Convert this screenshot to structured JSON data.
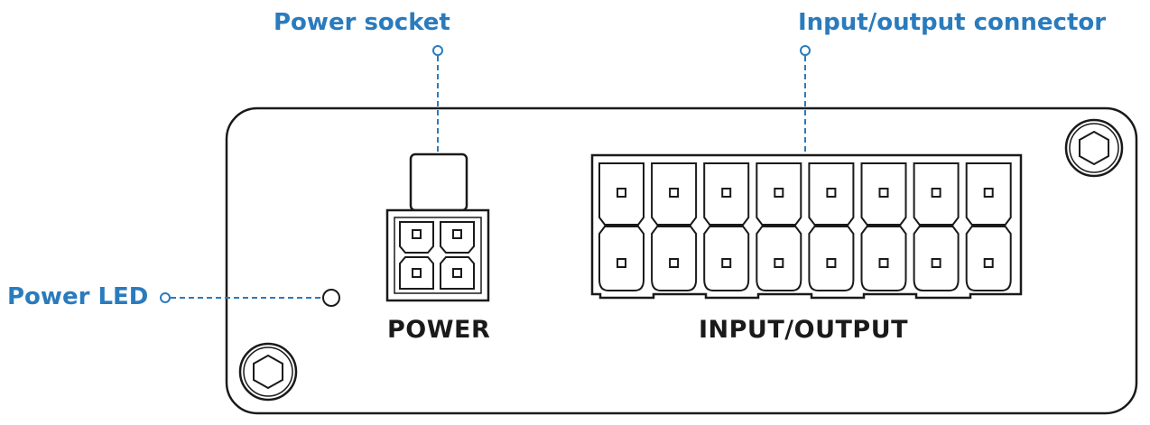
{
  "callouts": {
    "power_socket": "Power socket",
    "io_connector": "Input/output connector",
    "power_led": "Power LED"
  },
  "panel_labels": {
    "power": "POWER",
    "input_output": "INPUT/OUTPUT"
  },
  "io_connector": {
    "pin_count": 8
  },
  "power_connector": {
    "pin_count": 4
  },
  "colors": {
    "callout": "#2a7bbd",
    "outline": "#1a1a1a",
    "background": "#ffffff"
  }
}
